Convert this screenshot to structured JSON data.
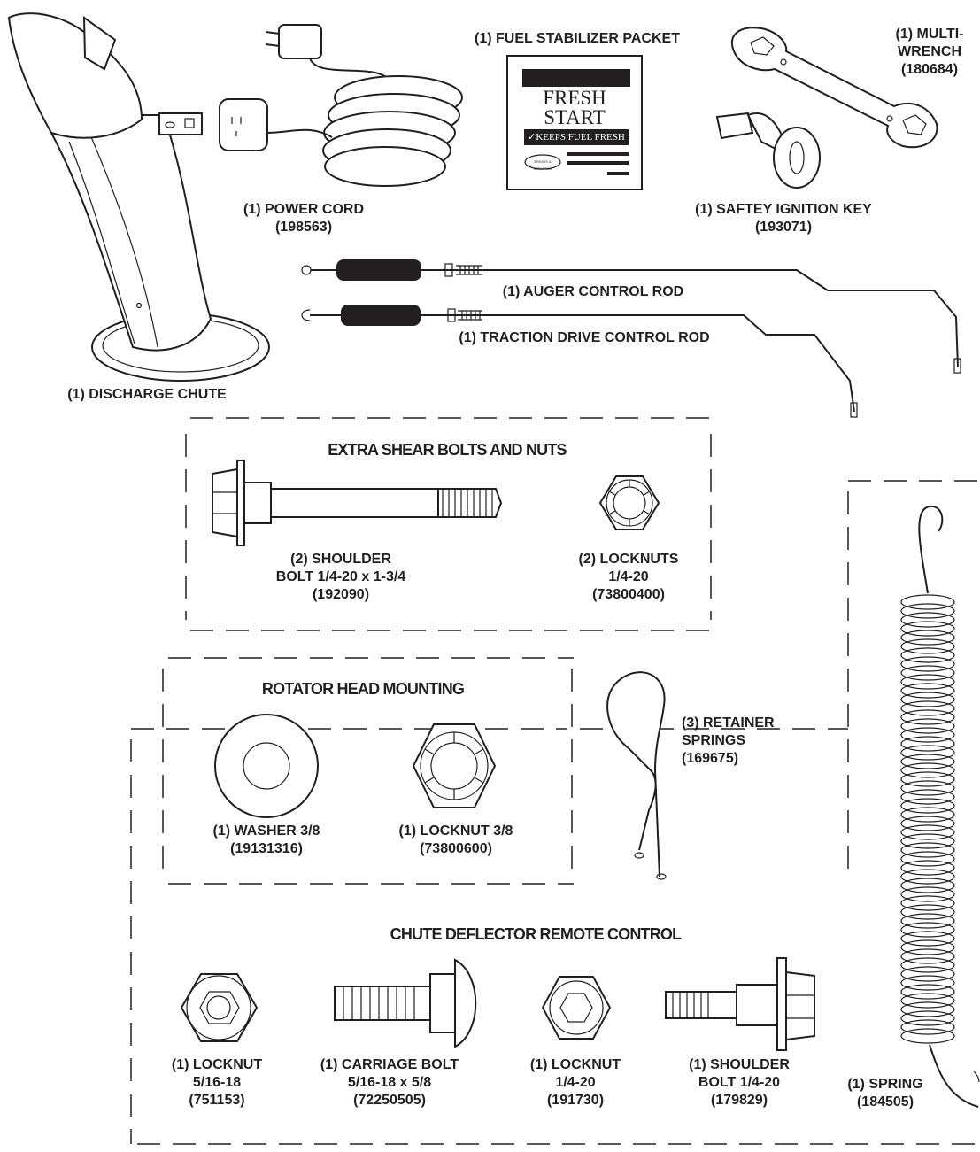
{
  "parts": {
    "discharge_chute": {
      "qty_name": "(1) DISCHARGE CHUTE"
    },
    "power_cord": {
      "qty_name": "(1) POWER CORD",
      "part_no": "(198563)"
    },
    "fuel_stabilizer": {
      "qty_name": "(1) FUEL STABILIZER PACKET",
      "packet": {
        "line1": "FRESH",
        "line2": "START",
        "slogan": "✓KEEPS FUEL FRESH",
        "brand": "BRIGGS & STRATTON"
      }
    },
    "multi_wrench": {
      "line1": "(1) MULTI-",
      "line2": "WRENCH",
      "part_no": "(180684)"
    },
    "ignition_key": {
      "qty_name": "(1) SAFTEY IGNITION KEY",
      "part_no": "(193071)"
    },
    "auger_rod": {
      "qty_name": "(1) AUGER CONTROL ROD"
    },
    "traction_rod": {
      "qty_name": "(1) TRACTION DRIVE CONTROL ROD"
    },
    "shoulder_bolt_shear": {
      "line1": "(2) SHOULDER",
      "line2": "BOLT 1/4-20 x 1-3/4",
      "part_no": "(192090)"
    },
    "locknuts_shear": {
      "line1": "(2) LOCKNUTS",
      "line2": "1/4-20",
      "part_no": "(73800400)"
    },
    "washer": {
      "qty_name": "(1) WASHER 3/8",
      "part_no": "(19131316)"
    },
    "locknut_38": {
      "qty_name": "(1) LOCKNUT 3/8",
      "part_no": "(73800600)"
    },
    "retainer_springs": {
      "line1": "(3) RETAINER",
      "line2": "SPRINGS",
      "part_no": "(169675)"
    },
    "locknut_516": {
      "line1": "(1) LOCKNUT",
      "line2": "5/16-18",
      "part_no": "(751153)"
    },
    "carriage_bolt": {
      "line1": "(1) CARRIAGE BOLT",
      "line2": "5/16-18 x 5/8",
      "part_no": "(72250505)"
    },
    "locknut_14": {
      "line1": "(1) LOCKNUT",
      "line2": "1/4-20",
      "part_no": "(191730)"
    },
    "shoulder_bolt_remote": {
      "line1": "(1) SHOULDER",
      "line2": "BOLT 1/4-20",
      "part_no": "(179829)"
    },
    "spring": {
      "qty_name": "(1) SPRING",
      "part_no": "(184505)"
    }
  },
  "groups": {
    "shear": "EXTRA SHEAR BOLTS AND NUTS",
    "rotator": "ROTATOR HEAD MOUNTING",
    "chute_deflector": "CHUTE DEFLECTOR REMOTE CONTROL"
  }
}
